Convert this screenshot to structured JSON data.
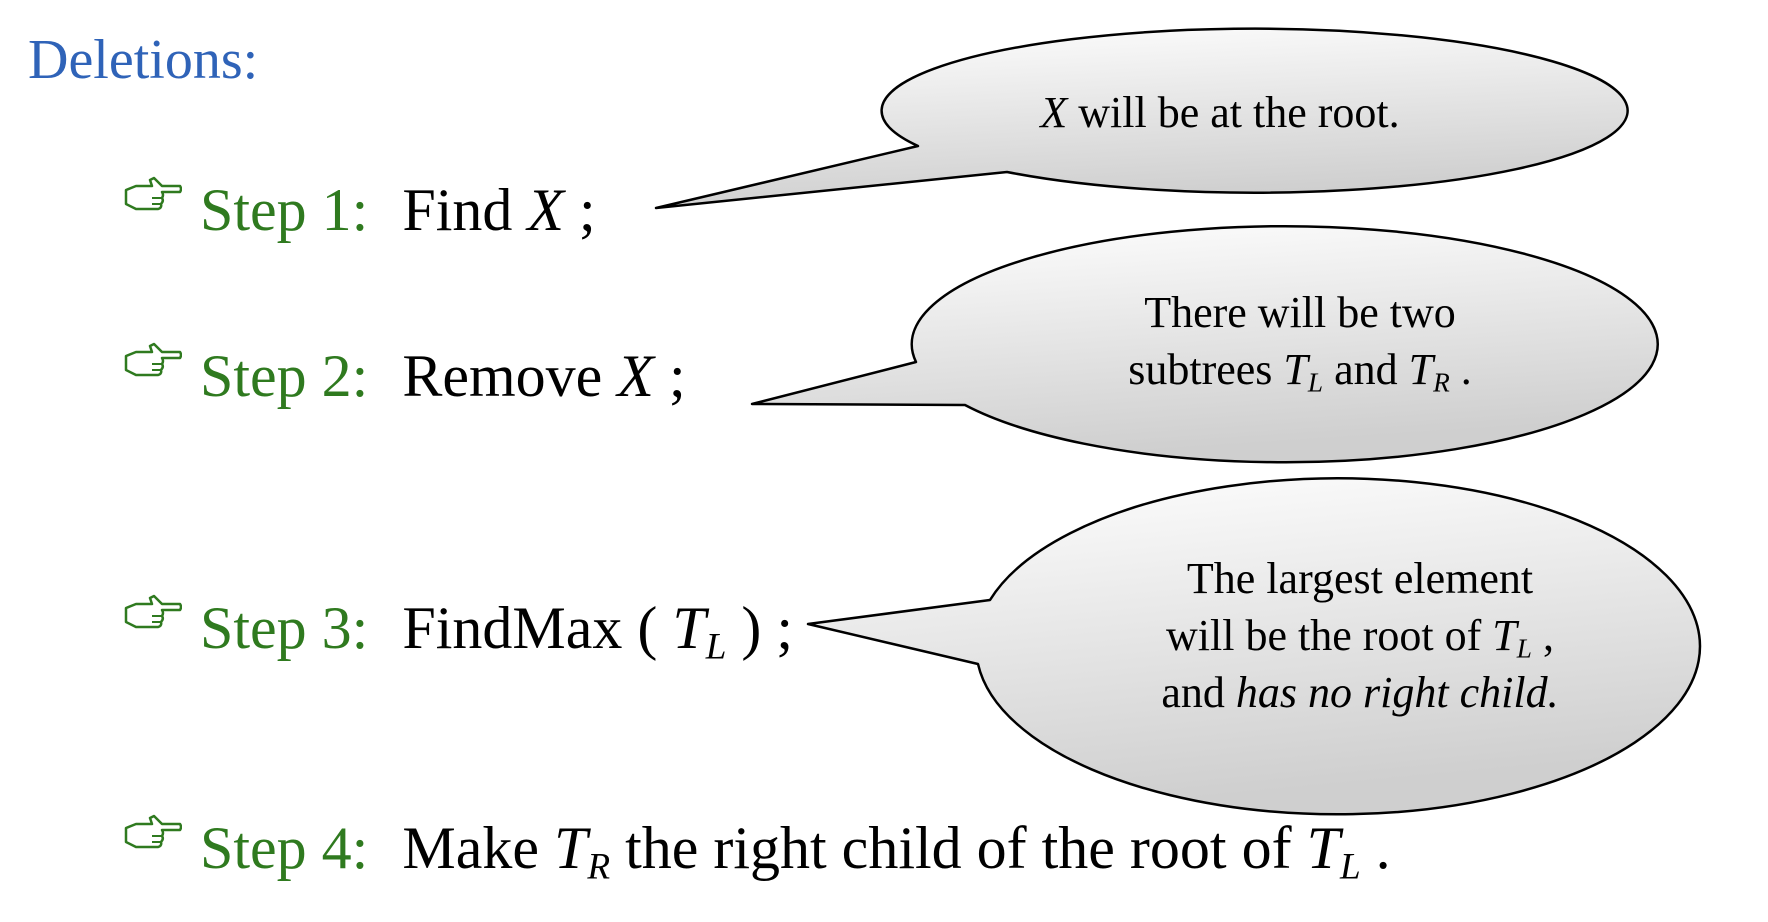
{
  "slide": {
    "title": "Deletions:",
    "colors": {
      "title": "#2f63b8",
      "step_label": "#2f7a1f",
      "bubble_fill_light": "#ffffff",
      "bubble_fill_dark": "#cfcfcf",
      "outline": "#000000"
    },
    "step_icon": "pointing-hand-icon",
    "steps": [
      {
        "label": "Step 1:",
        "text": {
          "a": "Find ",
          "x": "X",
          "b": " ;"
        }
      },
      {
        "label": "Step 2:",
        "text": {
          "a": "Remove ",
          "x": "X",
          "b": " ;"
        }
      },
      {
        "label": "Step 3:",
        "text": {
          "a": "FindMax ( ",
          "t": "T",
          "sub": "L",
          "b": " ) ;"
        }
      },
      {
        "label": "Step 4:",
        "text": {
          "a": "Make ",
          "t1": "T",
          "sub1": "R",
          "mid": " the right child of the root of ",
          "t2": "T",
          "sub2": "L",
          "b": " ."
        }
      }
    ],
    "callouts": [
      {
        "x": "X",
        "rest": " will be at the root."
      },
      {
        "line1": "There will be two",
        "line2a": "subtrees ",
        "t1": "T",
        "sub1": "L",
        "and": " and ",
        "t2": "T",
        "sub2": "R",
        "end": " ."
      },
      {
        "line1": "The largest element",
        "line2a": "will be the root of ",
        "t": "T",
        "sub": "L",
        "line2b": " ,",
        "line3a": "and ",
        "line3b": "has no right child."
      }
    ]
  }
}
